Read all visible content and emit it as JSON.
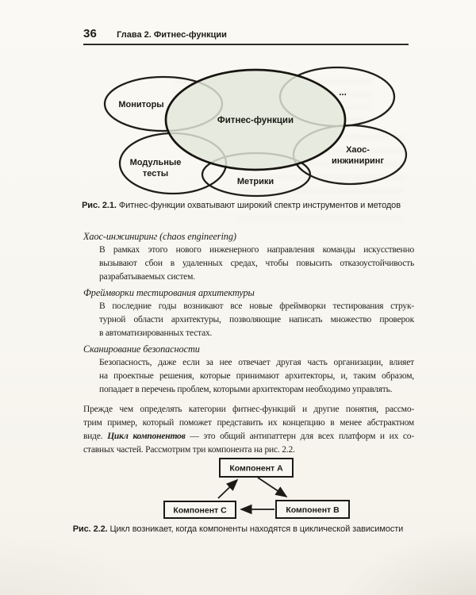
{
  "header": {
    "page_number": "36",
    "chapter_title": "Глава 2. Фитнес-функции"
  },
  "venn": {
    "center": "Фитнес-функции",
    "monitors": "Мониторы",
    "more": "...",
    "chaos_line1": "Хаос-",
    "chaos_line2": "инжиниринг",
    "unit_line1": "Модульные",
    "unit_line2": "тесты",
    "metrics": "Метрики"
  },
  "fig1_caption": {
    "prefix": "Рис. 2.1.",
    "text": "Фитнес-функции охватывают широкий спектр инструментов и методов"
  },
  "sections": [
    {
      "heading": "Хаос-инжиниринг (chaos engineering)",
      "lines": [
        "В рамках этого нового инженерного направления команды искусственно",
        "вызывают сбои в удаленных средах, чтобы повысить отказоустойчивость",
        "разрабатываемых систем."
      ]
    },
    {
      "heading": "Фреймворки тестирования архитектуры",
      "lines": [
        "В последние годы возникают все новые фреймворки тестирования струк-",
        "турной области архитектуры, позволяющие написать множество проверок",
        "в автоматизированных тестах."
      ]
    },
    {
      "heading": "Сканирование безопасности",
      "lines": [
        "Безопасность, даже если за нее отвечает другая часть организации, влияет",
        "на проектные решения, которые принимают архитекторы, и, таким образом,",
        "попадает в перечень проблем, которыми архитекторам необходимо управлять."
      ]
    }
  ],
  "closing": {
    "line1": "Прежде чем определять категории фитнес-функций и другие понятия, рассмо-",
    "line2": "трим пример, который поможет представить их концепцию в менее абстрактном",
    "line3_pre": "виде.",
    "line3_em": "Цикл компонентов",
    "line3_post": "— это общий антипаттерн для всех платформ и их со-",
    "line4": "ставных частей. Рассмотрим три компонента на рис. 2.2."
  },
  "fig2": {
    "box_a": "Компонент A",
    "box_b": "Компонент B",
    "box_c": "Компонент C"
  },
  "fig2_caption": {
    "prefix": "Рис. 2.2.",
    "text": "Цикл возникает, когда компоненты находятся в циклической зависимости"
  },
  "colors": {
    "page_bg": "#f8f6f0",
    "ink": "#23211c",
    "venn_center_fill": "#e3e8db"
  }
}
